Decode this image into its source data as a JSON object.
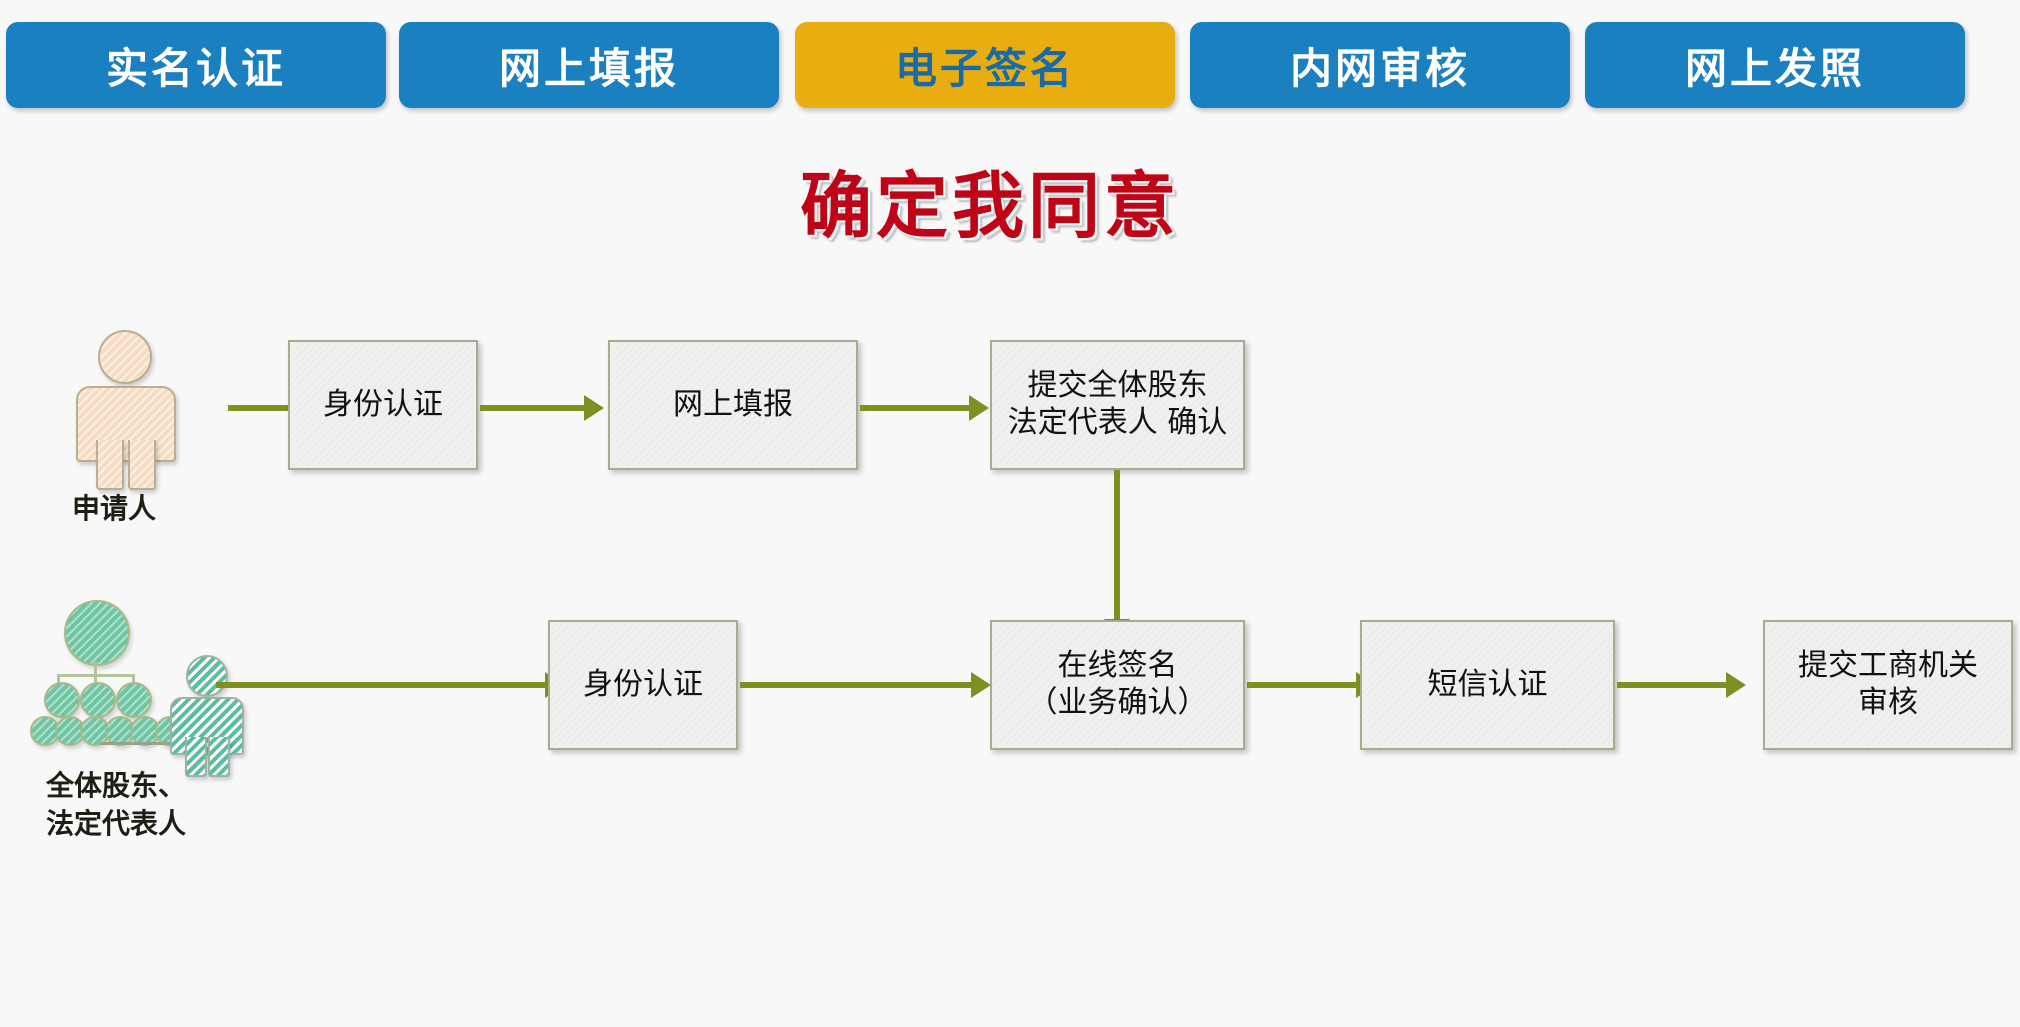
{
  "page": {
    "background_color": "#f8f8f8"
  },
  "tabbar": {
    "active_color": "#e8ae10",
    "inactive_color": "#1a80bf",
    "active_text_color": "#1a6aa8",
    "inactive_text_color": "#ffffff",
    "tabs": [
      {
        "label": "实名认证",
        "state": "inactive"
      },
      {
        "label": "网上填报",
        "state": "inactive"
      },
      {
        "label": "电子签名",
        "state": "active"
      },
      {
        "label": "内网审核",
        "state": "inactive"
      },
      {
        "label": "网上发照",
        "state": "inactive"
      }
    ]
  },
  "title": {
    "text": "确定我同意",
    "color": "#c00418"
  },
  "diagram": {
    "accent_color": "#7d9022",
    "node_border_color": "#a6ad8c",
    "node_fill_color": "#f0f0ee",
    "actors": [
      {
        "id": "applicant",
        "label": "申请人",
        "icon": "person-icon",
        "fill": "#f7dcc4"
      },
      {
        "id": "shareholders",
        "label": "全体股东、\n法定代表人",
        "icon": "group-hierarchy-icon",
        "fill": "#6dc5a4"
      }
    ],
    "row_top": {
      "nodes": [
        {
          "id": "identity-auth-1",
          "label": "身份认证"
        },
        {
          "id": "online-filing",
          "label": "网上填报"
        },
        {
          "id": "submit-confirm",
          "label": "提交全体股东\n法定代表人 确认"
        }
      ]
    },
    "row_bottom": {
      "nodes": [
        {
          "id": "identity-auth-2",
          "label": "身份认证"
        },
        {
          "id": "online-signature",
          "label": "在线签名\n（业务确认）"
        },
        {
          "id": "sms-auth",
          "label": "短信认证"
        },
        {
          "id": "submit-review",
          "label": "提交工商机关\n审核"
        }
      ]
    }
  }
}
